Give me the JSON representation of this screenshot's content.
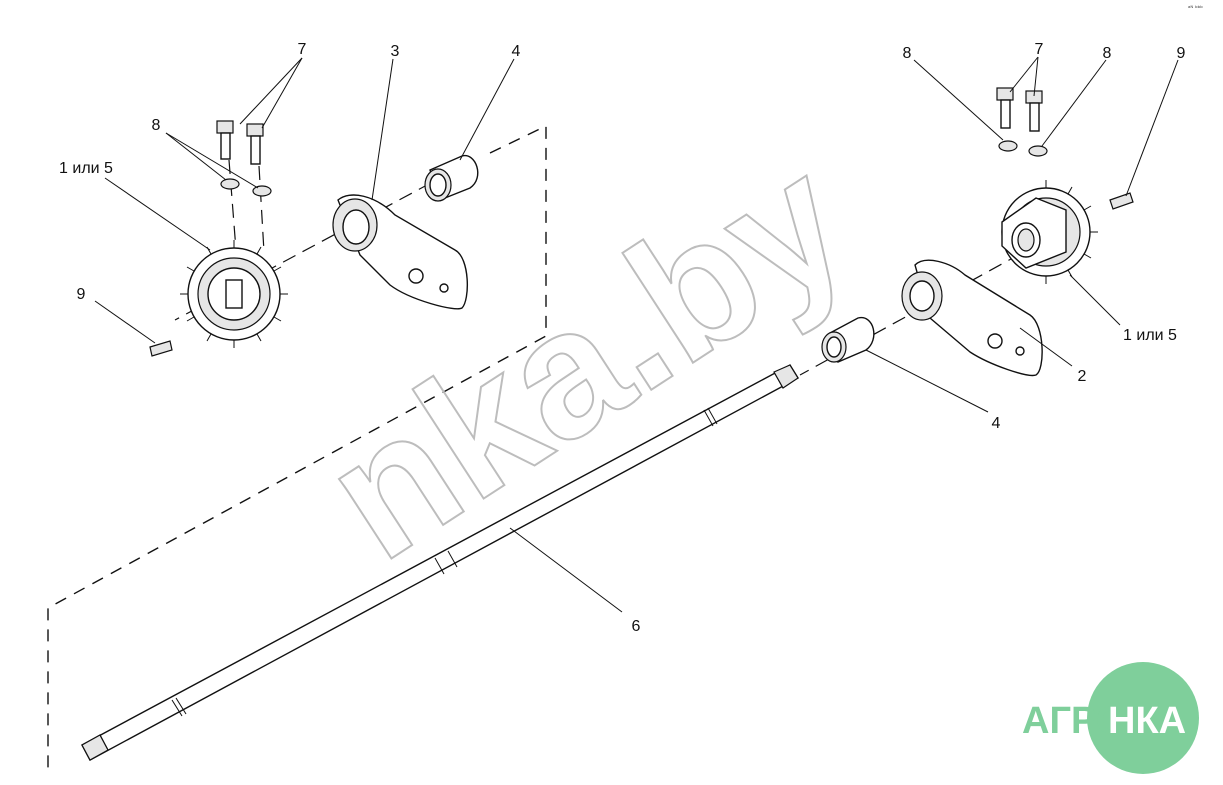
{
  "corner_mark": "ᵃᴺ ᵇᵇᵇ",
  "watermark": {
    "text": "nka.by"
  },
  "logo": {
    "text": "АГРОНКА",
    "color": "#7fcf9b"
  },
  "callouts": {
    "c1": "7",
    "c2": "8",
    "c3": "1 или 5",
    "c4": "9",
    "c5": "3",
    "c6": "4",
    "c7": "6",
    "c8": "8",
    "c9": "7",
    "c10": "8",
    "c11": "9",
    "c12": "1 или 5",
    "c13": "2",
    "c14": "4"
  }
}
